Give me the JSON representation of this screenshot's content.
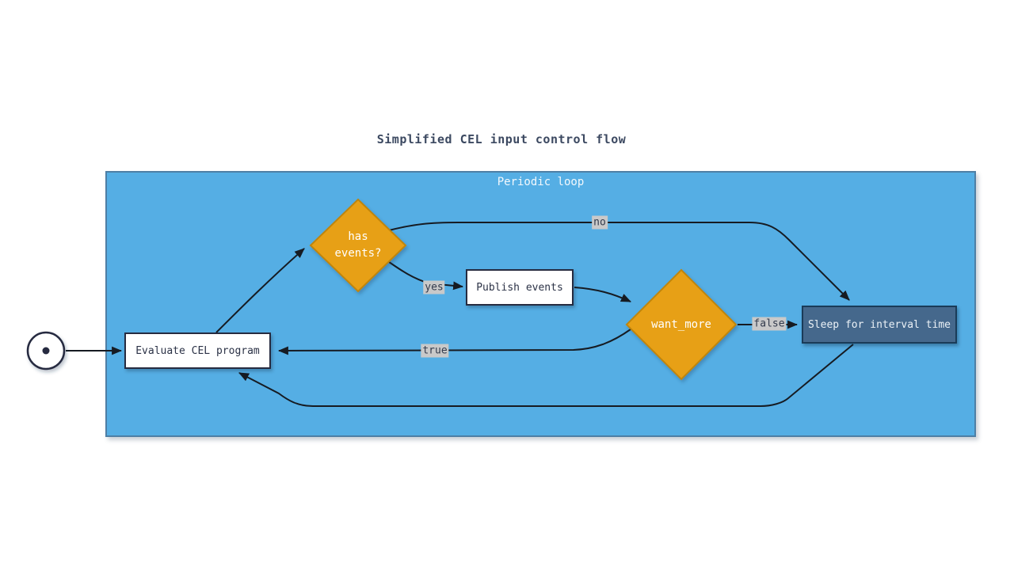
{
  "title": "Simplified CEL input control flow",
  "container": {
    "label": "Periodic loop"
  },
  "nodes": {
    "evaluate": {
      "label": "Evaluate CEL program"
    },
    "has_events": {
      "line1": "has",
      "line2": "events?"
    },
    "publish": {
      "label": "Publish events"
    },
    "want_more": {
      "label": "want_more"
    },
    "sleep": {
      "label": "Sleep for interval time"
    }
  },
  "edges": {
    "no": "no",
    "yes": "yes",
    "false": "false",
    "true": "true"
  },
  "colors": {
    "container_fill": "#55AEE4",
    "container_border": "#4E7FA5",
    "diamond_fill": "#E7A015",
    "diamond_border": "#BF850C",
    "process_fill": "#FFFFFF",
    "process_border": "#262B40",
    "sleep_fill": "#45688C",
    "sleep_border": "#1A3B58",
    "edge_stroke": "#161B22",
    "edge_label_bg": "#C9C9C9",
    "title_color": "#3C4961"
  }
}
